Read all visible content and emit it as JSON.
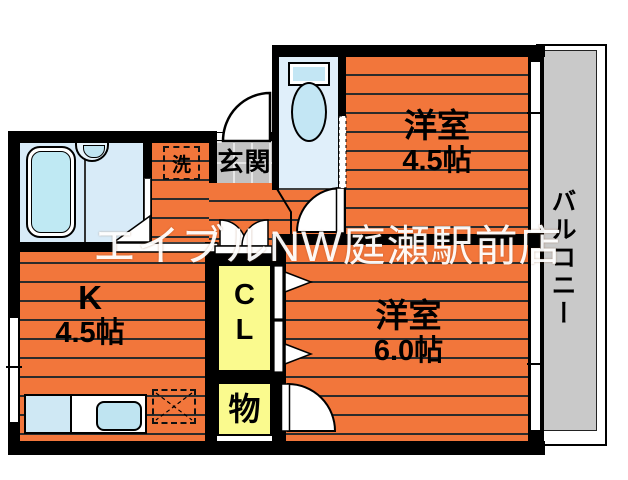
{
  "watermark": {
    "text": "エイブルNW庭瀬駅前店",
    "color": "#ffffff"
  },
  "rooms": {
    "western1": {
      "name": "洋室",
      "size": "4.5帖"
    },
    "western2": {
      "name": "洋室",
      "size": "6.0帖"
    },
    "kitchen": {
      "name": "K",
      "size": "4.5帖"
    },
    "entrance": {
      "label": "玄関"
    },
    "closet": {
      "label": "C\nL"
    },
    "storage": {
      "label": "物"
    },
    "balcony": {
      "label": "バルコニー"
    },
    "laundry": {
      "label": "洗"
    }
  },
  "colors": {
    "floor_orange": "#f2763b",
    "stripe_line": "#2b2b2b",
    "closet_yellow": "#fafa8e",
    "balcony_gray": "#c9c9c9",
    "entrance_tile": "#c2c2c2",
    "bath_blue": "#d8ebf8",
    "fixture_blue": "#c3e6f4",
    "wall_black": "#000000",
    "watermark_white": "#ffffff"
  }
}
